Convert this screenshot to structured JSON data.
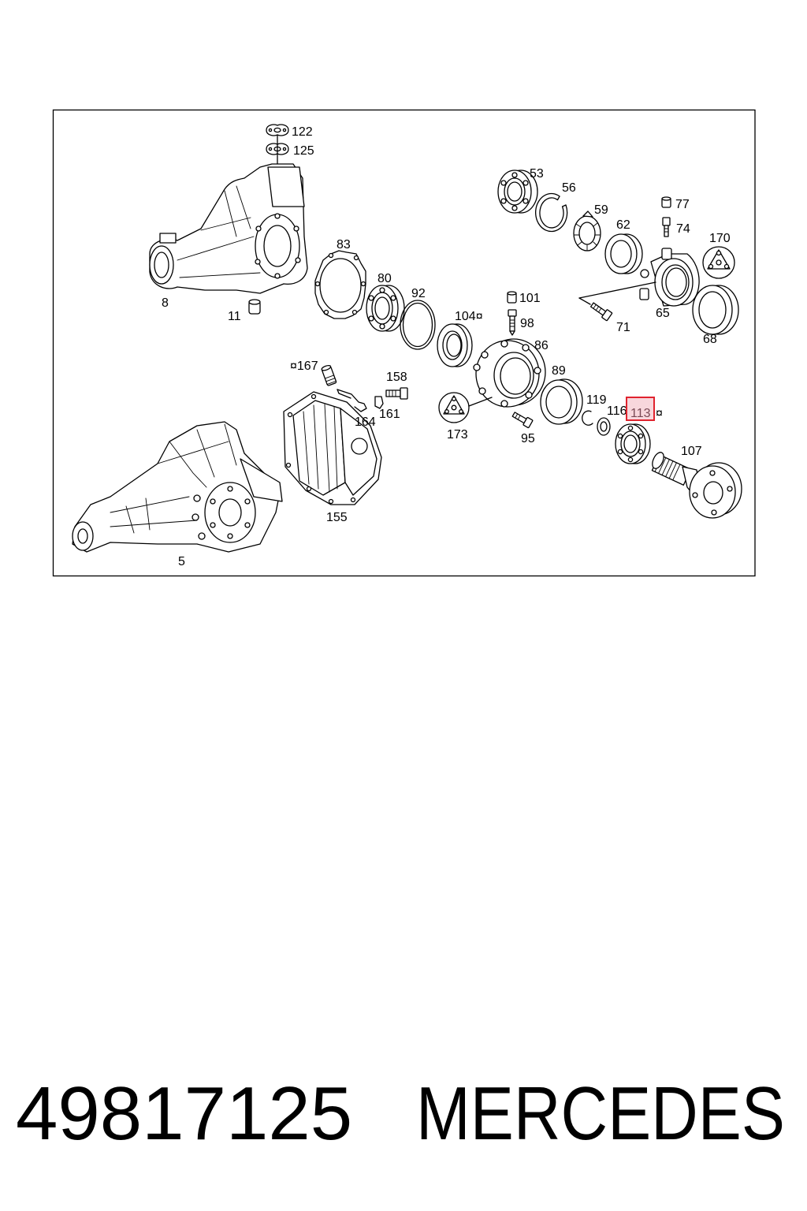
{
  "diagram": {
    "callouts": {
      "p122": "122",
      "p125": "125",
      "p53": "53",
      "p56": "56",
      "p59": "59",
      "p62": "62",
      "p77": "77",
      "p74": "74",
      "p170": "170",
      "p83": "83",
      "p80": "80",
      "p92": "92",
      "p101": "101",
      "p104": "104¤",
      "p98": "98",
      "p86": "86",
      "p65": "65",
      "p71": "71",
      "p68": "68",
      "p8": "8",
      "p11": "11",
      "p167": "¤167",
      "p158": "158",
      "p161": "161",
      "p164": "164",
      "p89": "89",
      "p119": "119",
      "p116": "116",
      "p113": "113",
      "p113_mark": "¤",
      "p107": "107",
      "p173": "173",
      "p95": "95",
      "p155": "155",
      "p5": "5"
    },
    "highlighted_callout": "113"
  },
  "footer": {
    "part_number": "49817125",
    "brand": "MERCEDES"
  },
  "colors": {
    "line": "#000000",
    "highlight": "#e0232e",
    "highlight_fill": "#f8d7dc",
    "highlight_text": "#7a4a55",
    "background": "#ffffff"
  }
}
